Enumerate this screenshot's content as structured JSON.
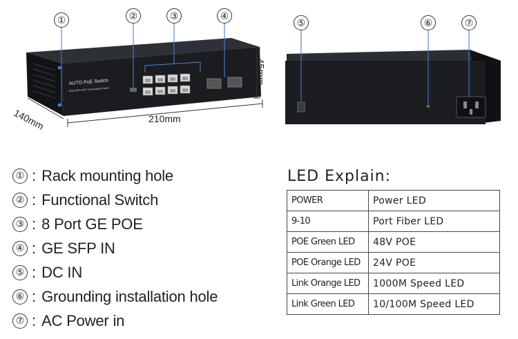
{
  "callouts": [
    "①",
    "②",
    "③",
    "④",
    "⑤",
    "⑥",
    "⑦"
  ],
  "dimensions": {
    "width": "210mm",
    "depth": "140mm",
    "height": "45mm"
  },
  "device_front": {
    "brand_label": "AUTO PoE Switch",
    "sub_label": "8GE PoE+2SFP Unmanaged Switch"
  },
  "legend": [
    {
      "num": "①",
      "sep": ":",
      "text": "Rack mounting hole"
    },
    {
      "num": "②",
      "sep": ":",
      "text": "Functional Switch"
    },
    {
      "num": "③",
      "sep": ":",
      "text": "8 Port GE POE"
    },
    {
      "num": "④",
      "sep": ":",
      "text": "GE SFP IN"
    },
    {
      "num": "⑤",
      "sep": ":",
      "text": "DC IN"
    },
    {
      "num": "⑥",
      "sep": ":",
      "text": "Grounding installation hole"
    },
    {
      "num": "⑦",
      "sep": ":",
      "text": "AC Power in"
    }
  ],
  "led_explain": {
    "title": "LED Explain:",
    "rows": [
      {
        "key": "POWER",
        "value": "Power LED"
      },
      {
        "key": "9-10",
        "value": "Port Fiber LED"
      },
      {
        "key": "POE Green LED",
        "value": "48V POE"
      },
      {
        "key": "POE Orange LED",
        "value": "24V POE"
      },
      {
        "key": "Link Orange LED",
        "value": "1000M Speed LED"
      },
      {
        "key": "Link Green LED",
        "value": "10/100M Speed LED"
      }
    ]
  },
  "colors": {
    "device_body": "#16181b",
    "device_top": "#2b2e33",
    "guide_line": "#4a7fc8"
  }
}
